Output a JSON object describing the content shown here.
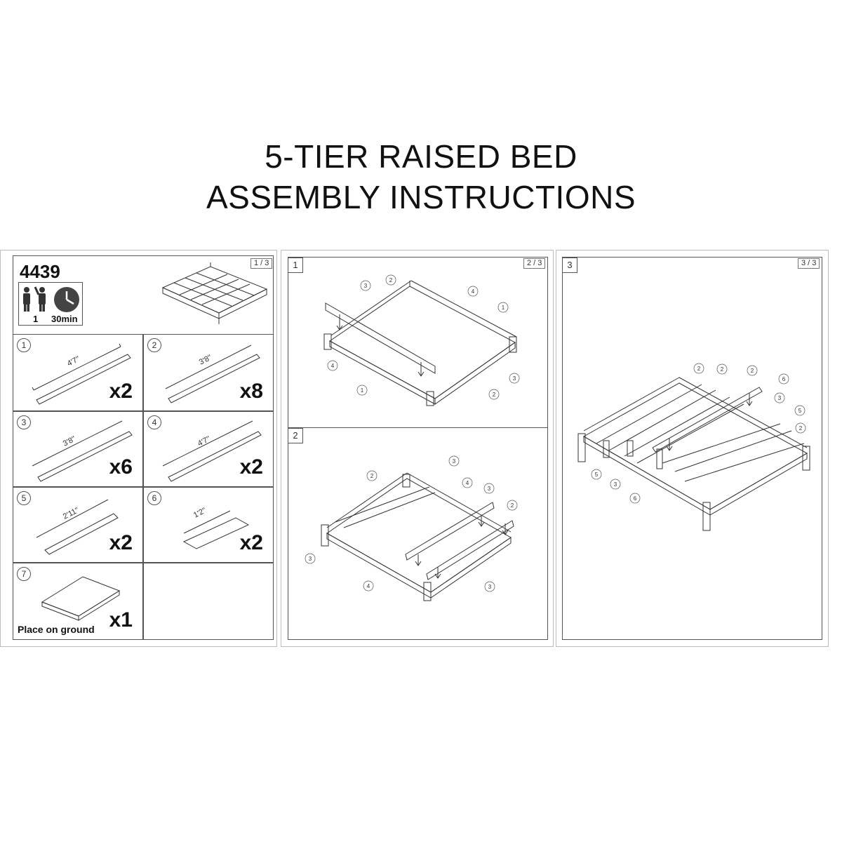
{
  "title": {
    "line1": "5-TIER RAISED BED",
    "line2": "ASSEMBLY INSTRUCTIONS"
  },
  "sheet1": {
    "page": "1 / 3",
    "product_code": "4439",
    "people": "1",
    "time": "30min",
    "parts": [
      {
        "num": "1",
        "length": "4'7''",
        "qty": "x2"
      },
      {
        "num": "2",
        "length": "3'8''",
        "qty": "x8"
      },
      {
        "num": "3",
        "length": "3'8''",
        "qty": "x6"
      },
      {
        "num": "4",
        "length": "4'7''",
        "qty": "x2"
      },
      {
        "num": "5",
        "length": "2'11''",
        "qty": "x2"
      },
      {
        "num": "6",
        "length": "1'2''",
        "qty": "x2"
      },
      {
        "num": "7",
        "note": "Place on ground",
        "qty": "x1"
      }
    ]
  },
  "sheet2": {
    "page": "2 / 3",
    "steps": [
      {
        "num": "1",
        "callouts": [
          "3",
          "2",
          "4",
          "1",
          "4",
          "1",
          "2",
          "3"
        ]
      },
      {
        "num": "2",
        "callouts": [
          "3",
          "2",
          "4",
          "3",
          "2",
          "3",
          "4",
          "3"
        ]
      }
    ]
  },
  "sheet3": {
    "page": "3 / 3",
    "step": "3",
    "callouts": [
      "2",
      "2",
      "2",
      "6",
      "3",
      "5",
      "2",
      "5",
      "3",
      "6"
    ]
  },
  "colors": {
    "line": "#333333",
    "border": "#555555",
    "sheet_border": "#bdbdbd"
  },
  "icons": [
    "person-icon",
    "person-waving-icon",
    "clock-icon"
  ]
}
